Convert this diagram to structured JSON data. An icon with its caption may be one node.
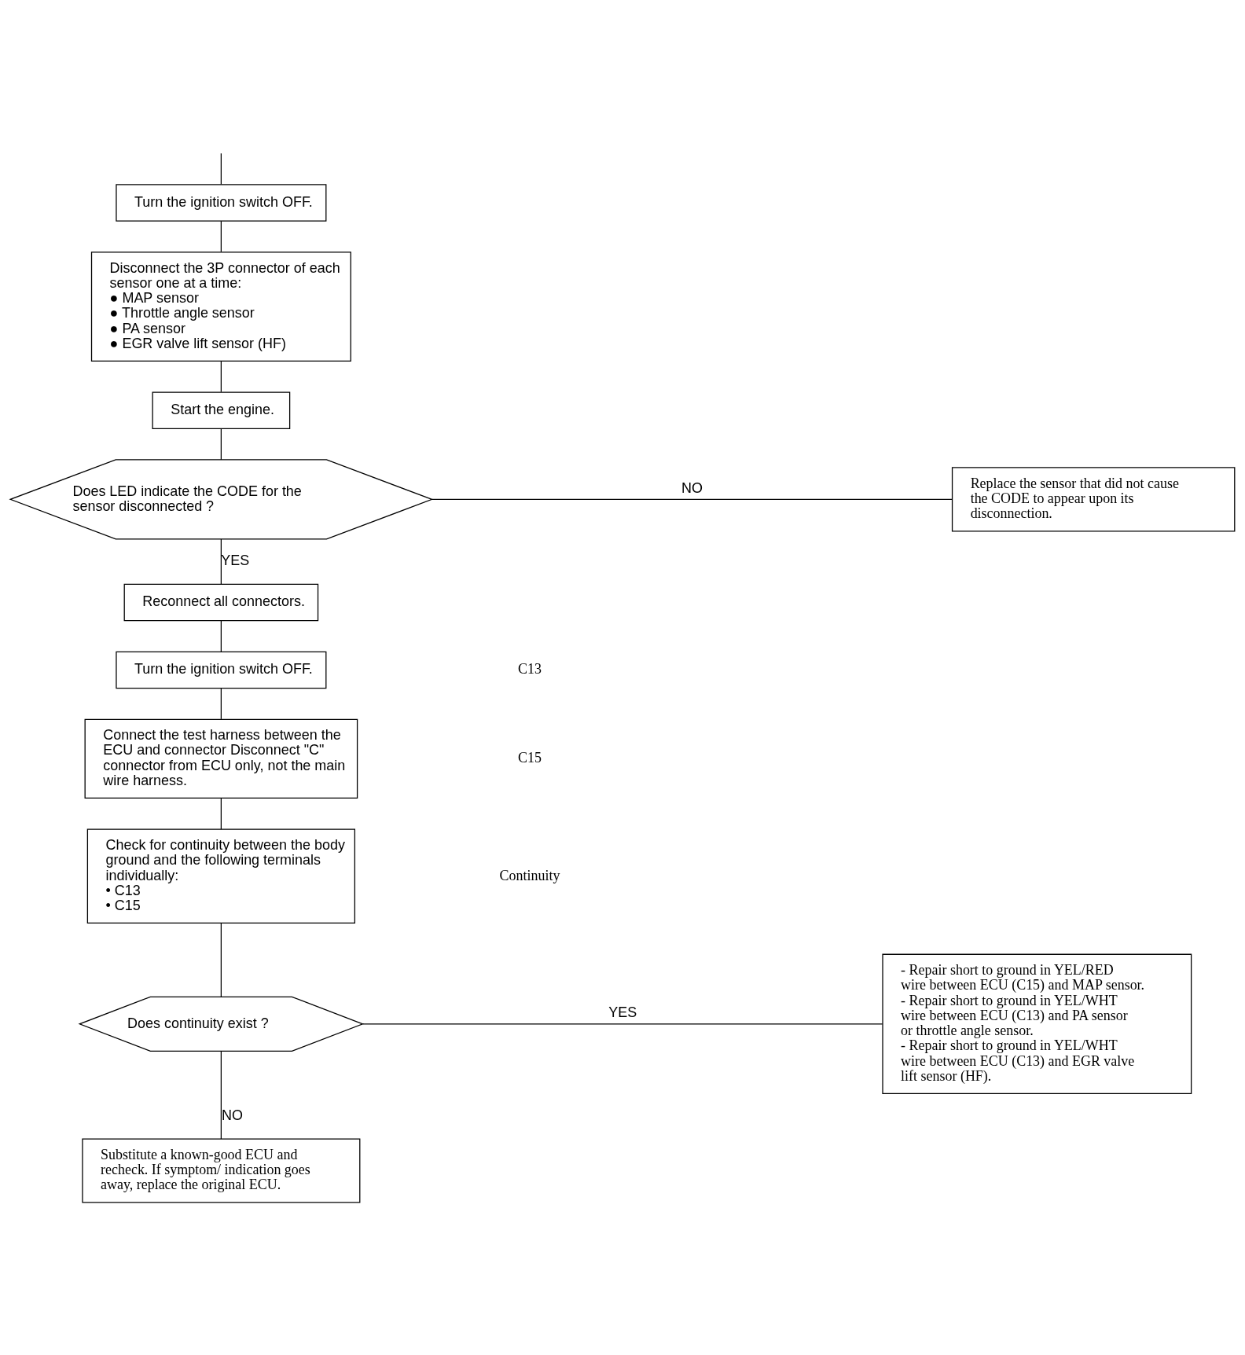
{
  "diagram": {
    "nodes": [
      {
        "text": [
          "Turn the ignition switch OFF."
        ]
      },
      {
        "text": [
          "Disconnect the 3P connector of each sensor one at a time:",
          "● MAP sensor",
          "● Throttle angle sensor",
          "● PA sensor",
          "● EGR valve lift sensor (HF)"
        ]
      },
      {
        "text": [
          "Start the engine."
        ]
      },
      {
        "text": [
          "Does LED indicate the CODE for the sensor disconnected ?"
        ]
      },
      {
        "text": [
          "Replace the sensor that did not cause the CODE to appear upon its disconnection."
        ]
      },
      {
        "text": [
          "Reconnect all connectors."
        ]
      },
      {
        "text": [
          "Turn the ignition switch OFF."
        ]
      },
      {
        "text": [
          "Connect the test harness between the ECU and connector Disconnect \"C\" connector from ECU only, not the main wire harness."
        ]
      },
      {
        "text": [
          "Check for continuity between the body ground and the following terminals individually:",
          "• C13",
          "• C15"
        ]
      },
      {
        "text": [
          "Does continuity exist ?"
        ]
      },
      {
        "text": [
          "- Repair short to ground in YEL/RED wire between ECU (C15) and MAP sensor.",
          "- Repair short to ground in YEL/WHT wire between ECU (C13) and PA sensor or throttle angle sensor.",
          "- Repair short to ground in YEL/WHT wire between ECU (C13) and EGR valve lift sensor (HF)."
        ]
      },
      {
        "text": [
          "Substitute a known-good ECU and recheck. If symptom/ indication goes away, replace the original ECU."
        ]
      }
    ],
    "edges": [
      {
        "from": null,
        "to": 0,
        "arrow": "none"
      },
      {
        "from": 0,
        "to": 1,
        "arrow": "none"
      },
      {
        "from": 1,
        "to": 2,
        "arrow": "none"
      },
      {
        "from": 2,
        "to": 3,
        "arrow": "none"
      },
      {
        "from": 3,
        "to": 4,
        "arrow": "none",
        "label": "NO"
      },
      {
        "from": 3,
        "to": 5,
        "arrow": "none",
        "label": "YES"
      },
      {
        "from": 5,
        "to": 6,
        "arrow": "none"
      },
      {
        "from": 6,
        "to": 7,
        "arrow": "none"
      },
      {
        "from": 7,
        "to": 8,
        "arrow": "none"
      },
      {
        "from": 8,
        "to": 9,
        "arrow": "none"
      },
      {
        "from": 9,
        "to": 10,
        "arrow": "none",
        "label": "YES"
      },
      {
        "from": 9,
        "to": 11,
        "arrow": "none",
        "label": "NO"
      }
    ],
    "labels": [
      "C13",
      "C15",
      "Continuity"
    ]
  }
}
